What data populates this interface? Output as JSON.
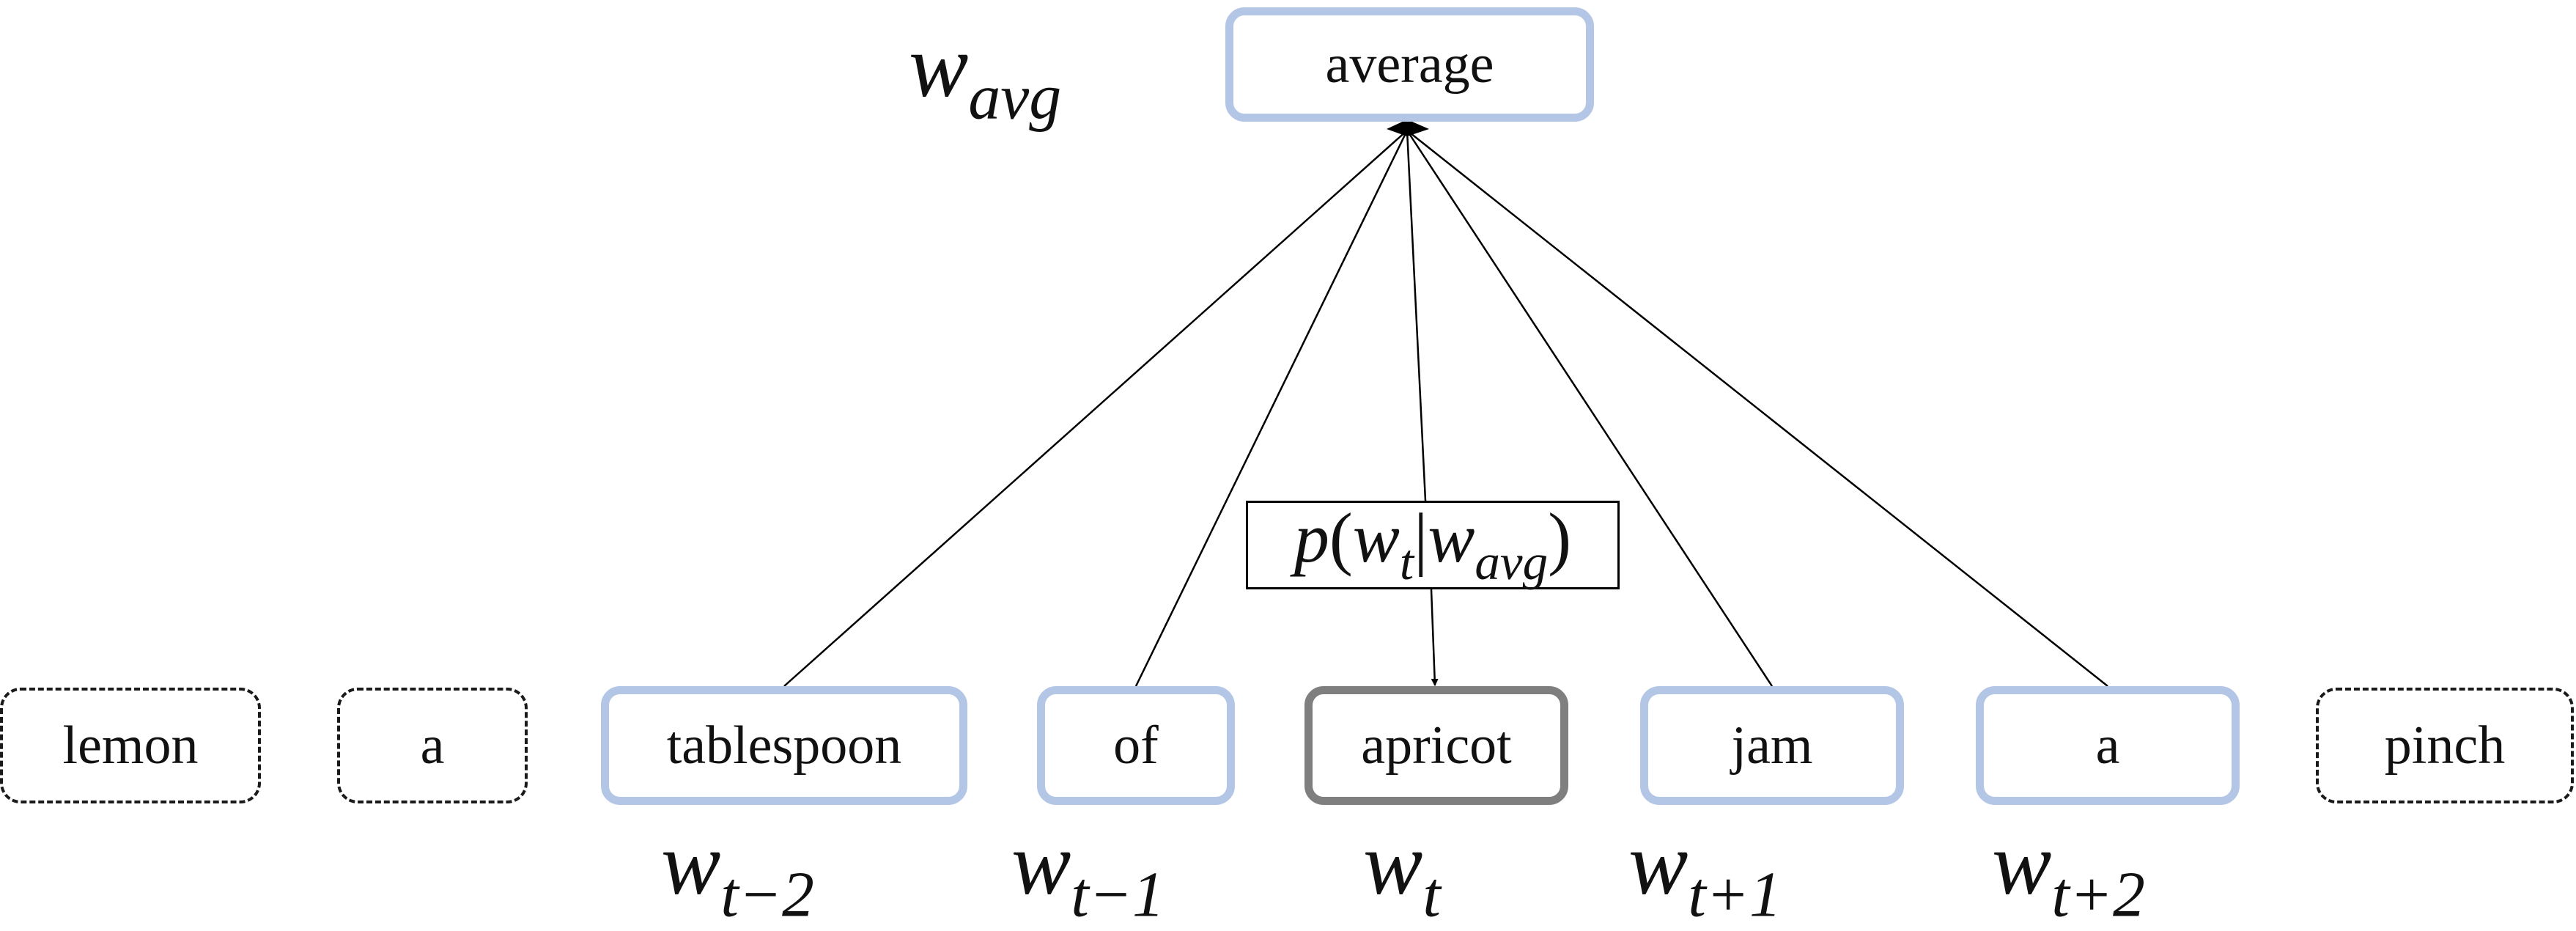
{
  "average_node": {
    "label": "average",
    "math_base": "w",
    "math_sub": "avg"
  },
  "probability_label": {
    "p": "p",
    "open": "(",
    "w1": "w",
    "sub1": "t",
    "bar": "|",
    "w2": "w",
    "sub2": "avg",
    "close": ")"
  },
  "words": [
    {
      "label": "lemon",
      "style": "dashed",
      "math_base": "",
      "math_sub": ""
    },
    {
      "label": "a",
      "style": "dashed",
      "math_base": "",
      "math_sub": ""
    },
    {
      "label": "tablespoon",
      "style": "context",
      "math_base": "w",
      "math_sub": "t−2"
    },
    {
      "label": "of",
      "style": "context",
      "math_base": "w",
      "math_sub": "t−1"
    },
    {
      "label": "apricot",
      "style": "target",
      "math_base": "w",
      "math_sub": "t"
    },
    {
      "label": "jam",
      "style": "context",
      "math_base": "w",
      "math_sub": "t+1"
    },
    {
      "label": "a",
      "style": "context",
      "math_base": "w",
      "math_sub": "t+2"
    },
    {
      "label": "pinch",
      "style": "dashed",
      "math_base": "",
      "math_sub": ""
    }
  ],
  "colors": {
    "context_border": "#b4c6e6",
    "target_border": "#7f7f7f",
    "dashed_border": "#1a1a1a",
    "edge": "#000000"
  }
}
